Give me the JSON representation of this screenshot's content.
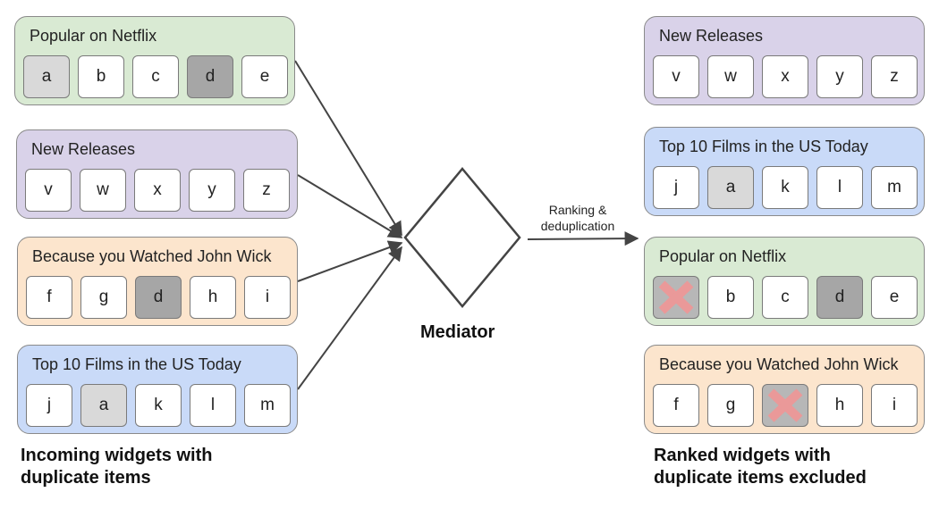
{
  "incoming": [
    {
      "title": "Popular on Netflix",
      "color": "green",
      "items": [
        {
          "label": "a",
          "state": "light"
        },
        {
          "label": "b",
          "state": "normal"
        },
        {
          "label": "c",
          "state": "normal"
        },
        {
          "label": "d",
          "state": "dark"
        },
        {
          "label": "e",
          "state": "normal"
        }
      ]
    },
    {
      "title": "New Releases",
      "color": "purple",
      "items": [
        {
          "label": "v",
          "state": "normal"
        },
        {
          "label": "w",
          "state": "normal"
        },
        {
          "label": "x",
          "state": "normal"
        },
        {
          "label": "y",
          "state": "normal"
        },
        {
          "label": "z",
          "state": "normal"
        }
      ]
    },
    {
      "title": "Because you Watched John Wick",
      "color": "orange",
      "items": [
        {
          "label": "f",
          "state": "normal"
        },
        {
          "label": "g",
          "state": "normal"
        },
        {
          "label": "d",
          "state": "dark"
        },
        {
          "label": "h",
          "state": "normal"
        },
        {
          "label": "i",
          "state": "normal"
        }
      ]
    },
    {
      "title": "Top 10 Films in the US Today",
      "color": "blue",
      "items": [
        {
          "label": "j",
          "state": "normal"
        },
        {
          "label": "a",
          "state": "light"
        },
        {
          "label": "k",
          "state": "normal"
        },
        {
          "label": "l",
          "state": "normal"
        },
        {
          "label": "m",
          "state": "normal"
        }
      ]
    }
  ],
  "ranked": [
    {
      "title": "New Releases",
      "color": "purple",
      "items": [
        {
          "label": "v",
          "state": "normal"
        },
        {
          "label": "w",
          "state": "normal"
        },
        {
          "label": "x",
          "state": "normal"
        },
        {
          "label": "y",
          "state": "normal"
        },
        {
          "label": "z",
          "state": "normal"
        }
      ]
    },
    {
      "title": "Top 10 Films in the US Today",
      "color": "blue",
      "items": [
        {
          "label": "j",
          "state": "normal"
        },
        {
          "label": "a",
          "state": "light"
        },
        {
          "label": "k",
          "state": "normal"
        },
        {
          "label": "l",
          "state": "normal"
        },
        {
          "label": "m",
          "state": "normal"
        }
      ]
    },
    {
      "title": "Popular on Netflix",
      "color": "green",
      "items": [
        {
          "label": "",
          "state": "excluded"
        },
        {
          "label": "b",
          "state": "normal"
        },
        {
          "label": "c",
          "state": "normal"
        },
        {
          "label": "d",
          "state": "dark"
        },
        {
          "label": "e",
          "state": "normal"
        }
      ]
    },
    {
      "title": "Because you Watched John Wick",
      "color": "orange",
      "items": [
        {
          "label": "f",
          "state": "normal"
        },
        {
          "label": "g",
          "state": "normal"
        },
        {
          "label": "",
          "state": "excluded"
        },
        {
          "label": "h",
          "state": "normal"
        },
        {
          "label": "i",
          "state": "normal"
        }
      ]
    }
  ],
  "mediator": {
    "label": "Mediator"
  },
  "process": {
    "line1": "Ranking &",
    "line2": "deduplication"
  },
  "captions": {
    "incoming_line1": "Incoming widgets with",
    "incoming_line2": "duplicate items",
    "ranked_line1": "Ranked widgets with",
    "ranked_line2": "duplicate items excluded"
  },
  "colors": {
    "green": "#d9ead3",
    "purple": "#d9d2e9",
    "orange": "#fce5cd",
    "blue": "#c9daf8",
    "light_item": "#d9d9d9",
    "dark_item": "#a6a6a6",
    "excluded_cross": "#ea9999"
  },
  "icons": {
    "excluded": "cross-icon"
  }
}
